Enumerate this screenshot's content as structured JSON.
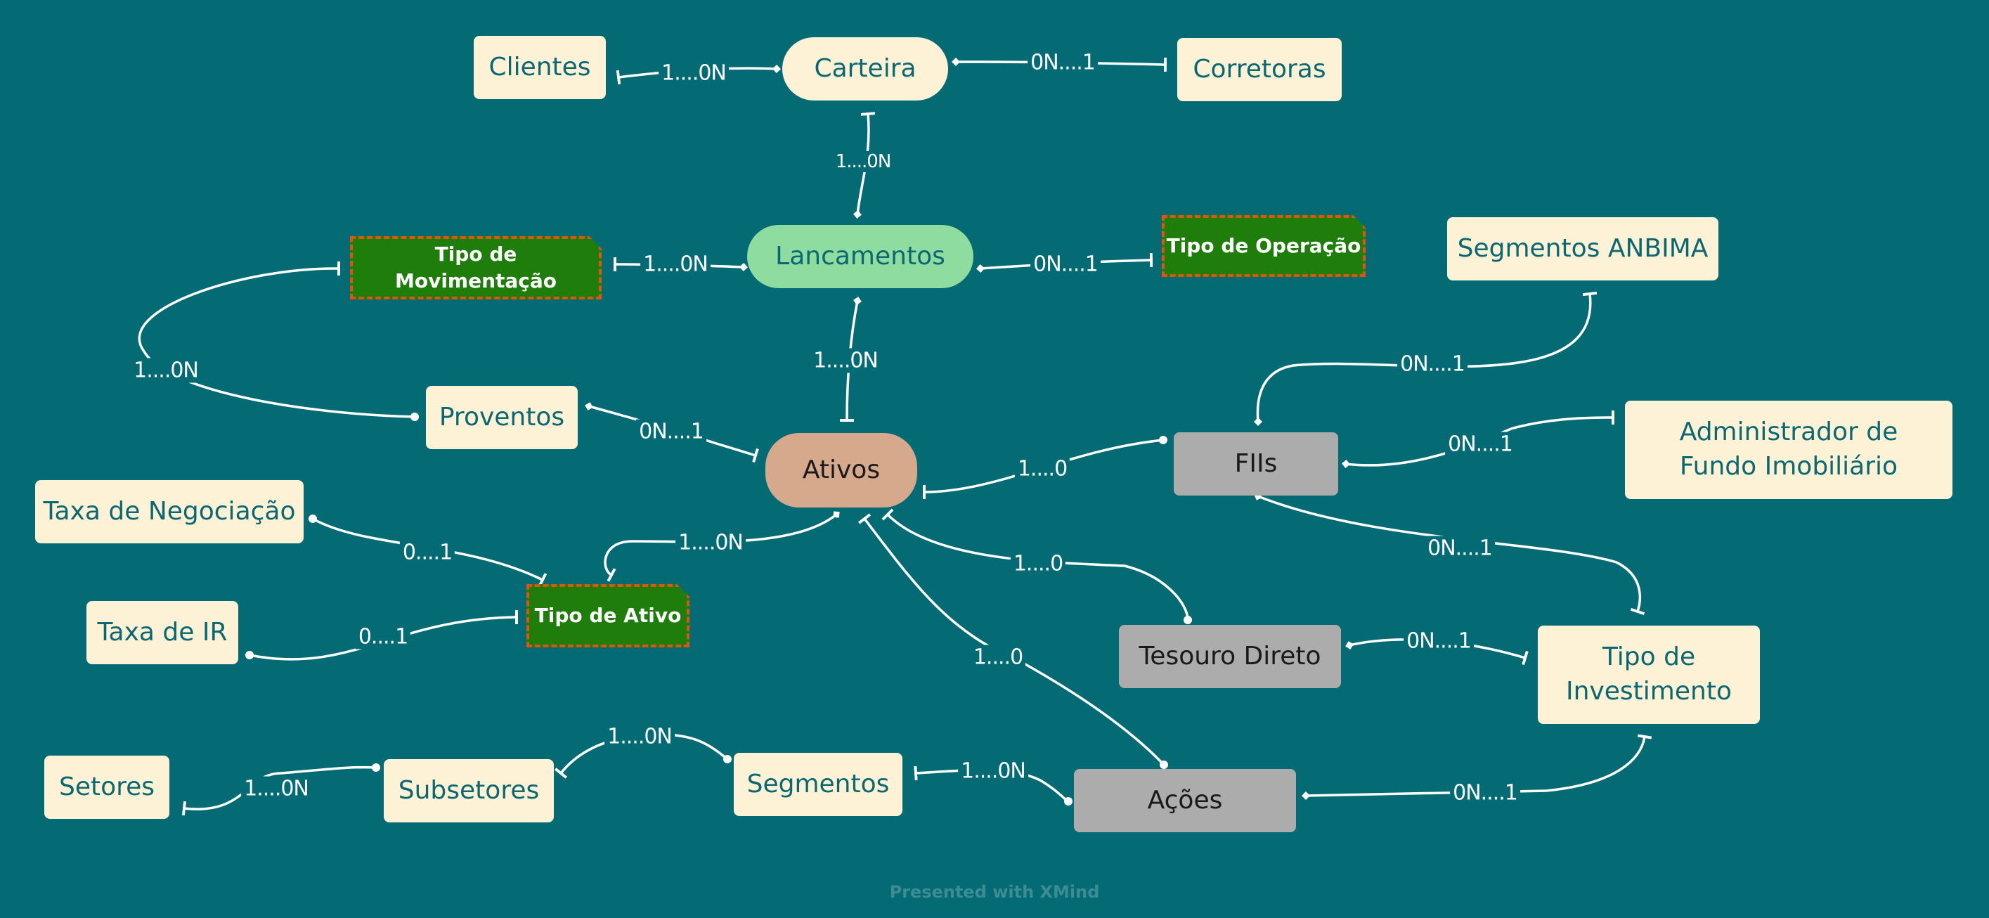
{
  "entities": {
    "clientes": "Clientes",
    "carteira": "Carteira",
    "corretoras": "Corretoras",
    "lancamentos": "Lancamentos",
    "tipo_movimentacao": "Tipo de Movimentação",
    "tipo_operacao": "Tipo de Operação",
    "segmentos_anbima": "Segmentos ANBIMA",
    "proventos": "Proventos",
    "ativos": "Ativos",
    "fiis": "FIIs",
    "administrador": "Administrador de Fundo Imobiliário",
    "taxa_negociacao": "Taxa de Negociação",
    "tipo_ativo": "Tipo de Ativo",
    "taxa_ir": "Taxa de IR",
    "tesouro_direto": "Tesouro Direto",
    "tipo_investimento": "Tipo de Investimento",
    "setores": "Setores",
    "subsetores": "Subsetores",
    "segmentos": "Segmentos",
    "acoes": "Ações"
  },
  "relations": {
    "clientes_carteira": "1....0N",
    "carteira_corretoras": "0N....1",
    "carteira_lancamentos": "1....0N",
    "movimentacao_lancamentos": "1....0N",
    "lancamentos_operacao": "0N....1",
    "movimentacao_proventos": "1....0N",
    "lancamentos_ativos": "1....0N",
    "proventos_ativos": "0N....1",
    "ativos_fiis": "1....0",
    "anbima_fiis": "0N....1",
    "fiis_administrador": "0N....1",
    "fiis_tipo_investimento": "0N....1",
    "taxa_negociacao_tipo_ativo": "0....1",
    "tipo_ativo_ativos": "1....0N",
    "taxa_ir_tipo_ativo": "0....1",
    "ativos_tesouro": "1....0",
    "tesouro_tipo_investimento": "0N....1",
    "ativos_acoes": "1....0",
    "setores_subsetores": "1....0N",
    "subsetores_segmentos": "1....0N",
    "segmentos_acoes": "1....0N",
    "acoes_tipo_investimento": "0N....1"
  },
  "footer": "Presented with XMind"
}
